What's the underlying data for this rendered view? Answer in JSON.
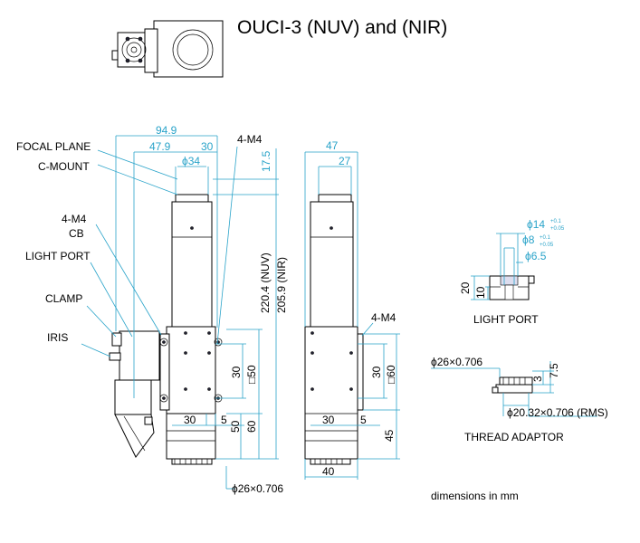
{
  "title": "OUCI-3 (NUV) and (NIR)",
  "note": "dimensions in mm",
  "left_view": {
    "dims": {
      "width_total": "94.9",
      "width_a": "47.9",
      "width_b": "30",
      "phi34": "ϕ34",
      "d175": "17.5",
      "height_nuv": "220.4 (NUV)",
      "height_nir": "205.9 (NIR)",
      "m4_top": "4-M4",
      "d30": "30",
      "d50": "□50",
      "bottom_30": "30",
      "bottom_5": "5",
      "d50b": "50",
      "d60": "60",
      "phi26": "ϕ26×0.706"
    },
    "labels": {
      "focal_plane": "FOCAL PLANE",
      "c_mount": "C-MOUNT",
      "m4_cb": "4-M4",
      "cb": "CB",
      "light_port": "LIGHT PORT",
      "clamp": "CLAMP",
      "iris": "IRIS"
    }
  },
  "right_view": {
    "dims": {
      "width_47": "47",
      "width_27": "27",
      "m4": "4-M4",
      "d30": "30",
      "d60": "□60",
      "bottom_30": "30",
      "bottom_5": "5",
      "d45": "45",
      "d40": "40"
    }
  },
  "light_port": {
    "phi14": "ϕ14",
    "phi14_tol_up": "+0.1",
    "phi14_tol_dn": "+0.05",
    "phi8": "ϕ8",
    "phi8_tol_up": "+0.1",
    "phi8_tol_dn": "+0.05",
    "phi65": "ϕ6.5",
    "d20": "20",
    "d10": "10",
    "label": "LIGHT PORT"
  },
  "thread_adaptor": {
    "phi26": "ϕ26×0.706",
    "d3": "3",
    "d75": "7.5",
    "phi2032": "ϕ20.32×0.706 (RMS)",
    "label": "THREAD ADAPTOR"
  }
}
